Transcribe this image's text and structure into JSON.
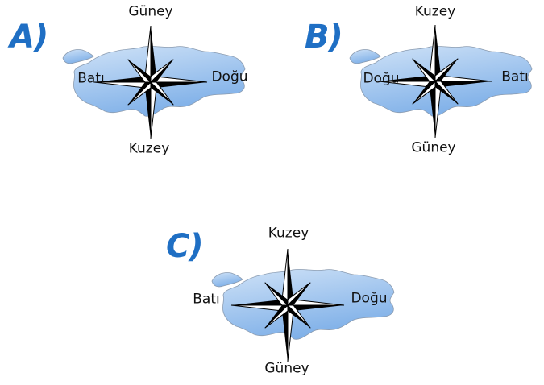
{
  "options": [
    {
      "letter": "A)",
      "north": "Güney",
      "south": "Kuzey",
      "west": "Batı",
      "east": "Doğu"
    },
    {
      "letter": "B)",
      "north": "Kuzey",
      "south": "Güney",
      "west": "Doğu",
      "east": "Batı"
    },
    {
      "letter": "C)",
      "north": "Kuzey",
      "south": "Güney",
      "west": "Batı",
      "east": "Doğu"
    }
  ],
  "colors": {
    "letter": "#1f6fc4",
    "map_light": "#cfe2f7",
    "map_dark": "#7fb0e8",
    "map_stroke": "#8a9bb0",
    "compass": "#000000"
  },
  "icons": [
    "turkey-map-icon",
    "compass-rose-icon"
  ]
}
